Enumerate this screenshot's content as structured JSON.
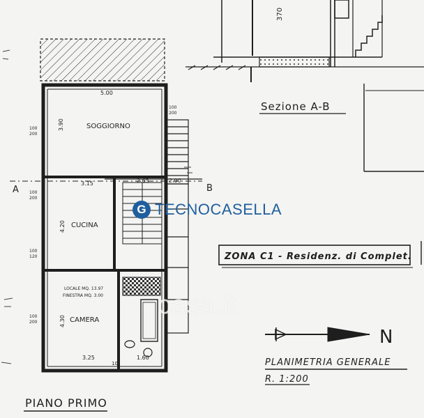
{
  "labels": {
    "sezione": "Sezione A-B",
    "zona": "ZONA C1 - Residenz. di Complet.",
    "planimetria": "PLANIMETRIA GENERALE",
    "scala": "R. 1:200",
    "piano": "PIANO PRIMO",
    "north": "N",
    "point_a": "A",
    "point_b": "B"
  },
  "rooms": {
    "soggiorno": "SOGGIORNO",
    "cucina": "CUCINA",
    "camera": "CAMERA"
  },
  "dimensions": {
    "top_width": "5.00",
    "soggiorno_h": "3.90",
    "wall_315": "3.15",
    "wall_265": "2.65",
    "wall_290": "2.90",
    "cucina_h": "4.20",
    "camera_h": "4.30",
    "bottom_325": "3.25",
    "bottom_160": "1.60",
    "section_370": "370",
    "w100_1": "100",
    "w200_1": "200",
    "w100_2": "100",
    "w200_2": "200",
    "w100_3": "100",
    "w200_3": "200",
    "w100_4": "100",
    "w120": "120",
    "w100_5": "100",
    "w200_5": "200",
    "bottom_10": "10"
  },
  "notes": {
    "locale": "LOCALE MQ. 13.97",
    "finestra": "FINESTRA MQ. 3.00"
  },
  "logo": {
    "text": "TECNOCASELLA",
    "mark": "G"
  },
  "watermark": "casa.it",
  "colors": {
    "ink": "#1e1e1e",
    "paper": "#f4f4f2",
    "brand": "#1f5f9e"
  }
}
